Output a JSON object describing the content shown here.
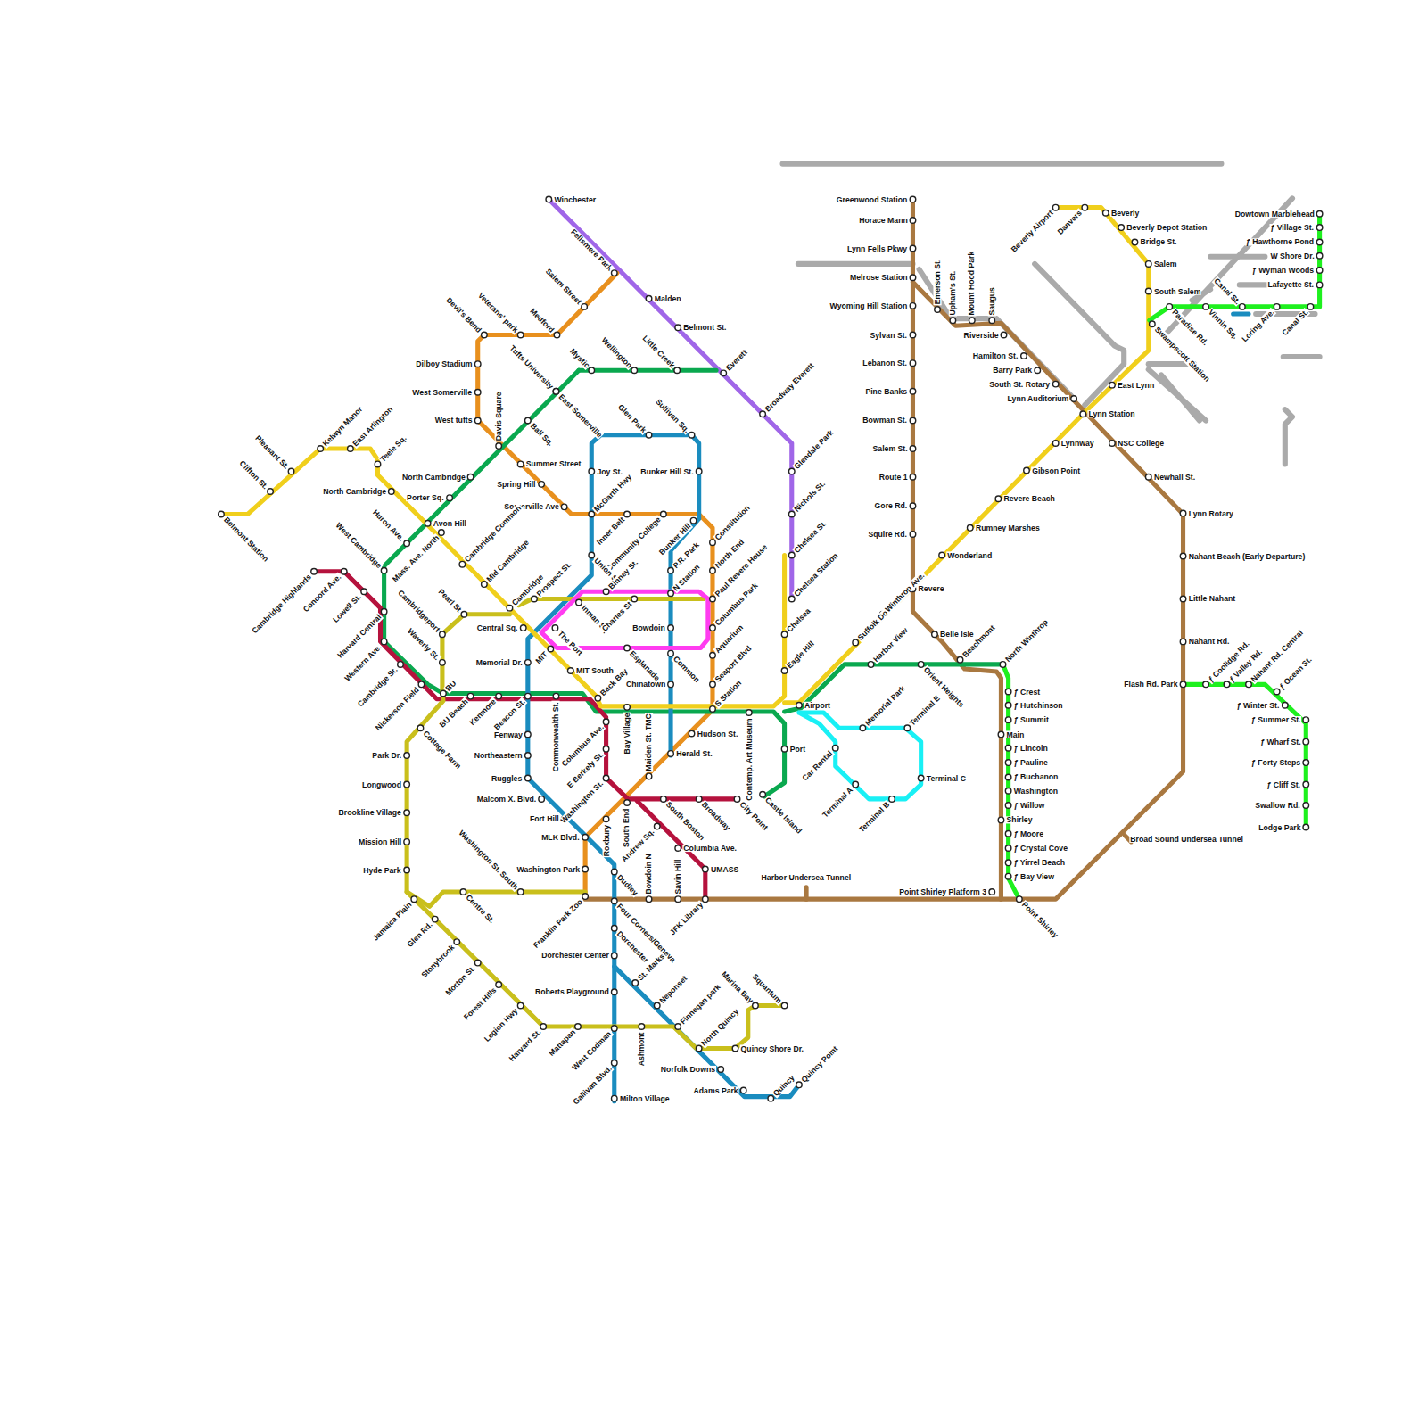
{
  "diagram": {
    "labels": [
      "Winchester",
      "Fellsmere Park",
      "Malden",
      "Belmont St.",
      "Everett",
      "Broadway Everett",
      "Glendale Park",
      "Nichols St.",
      "Chelsea St.",
      "Chelsea Station",
      "Chelsea",
      "Eagle Hill",
      "Salem Street",
      "Medford",
      "Veterans' park",
      "Devil's Bend",
      "Dilboy Stadium",
      "West Somerville",
      "West tufts",
      "Davis Square",
      "Summer Street",
      "Spring Hill",
      "Somerville Ave",
      "McGarth Hwy",
      "Inner Belt",
      "Community College",
      "Constitution",
      "North End",
      "Paul Revere House",
      "Columbus Park",
      "Aquarium",
      "Seaport Blvd",
      "S Station",
      "Hudson St.",
      "MLK Blvd.",
      "Washington Park",
      "Franklin Park Zoo",
      "Mystic",
      "Wellington",
      "Little Creek",
      "Tufts University",
      "East Somerville",
      "Ball Sq.",
      "North Cambridge",
      "Porter Sq.",
      "Huron Ave.",
      "West Cambridge",
      "Mass. Ave. North",
      "Harvard Central",
      "Western Ave.",
      "Cambridge St.",
      "Nickerson Field",
      "Kenmore",
      "Port",
      "Castle Island",
      "Harbor View",
      "Orient Heights",
      "Beachmont",
      "North Winthrop",
      "Sullivan Sq.",
      "Glen Park",
      "Joy St.",
      "Union Sq",
      "Bunker Hill St.",
      "Bunker Hill",
      "P.R. Park",
      "N Station",
      "Bowdoin",
      "Common",
      "Chinatown",
      "Herald St.",
      "Memorial Dr.",
      "Beacon St.",
      "Fenway",
      "Northeastern",
      "Ruggles",
      "Malcom X. Blvd.",
      "Fort Hill",
      "Dudley",
      "Four Corners/Geneva",
      "Dorchester",
      "Dorchester Center",
      "St. Marks",
      "Roberts Playground",
      "Neponset",
      "West Codman",
      "Gallivan Blvd.",
      "Milton Village",
      "Finnegan park",
      "North Quincy",
      "Norfolk Downs",
      "Adams Park",
      "Quincy",
      "Quincy Point",
      "Belmont Station",
      "Clifton St.",
      "Pleasant St.",
      "Kelwyn Manor",
      "East Arlington",
      "Teele Sq.",
      "North Cambridge",
      "Avon Hill",
      "Cambridge Common",
      "Mid Cambridge",
      "Cambridge",
      "Central Sq.",
      "The Port",
      "MIT",
      "MIT South",
      "Back Bay",
      "Columbus Ave.",
      "Airport",
      "Suffolk Downs",
      "Winthrop Ave.",
      "Wonderland",
      "Rumney Marshes",
      "Revere Beach",
      "Gibson Point",
      "Lynnway",
      "Lynn Station",
      "East Lynn",
      "Swampscott Station",
      "South Salem",
      "Salem",
      "Bridge St.",
      "Beverly Depot Station",
      "Beverly",
      "Danvers",
      "Beverly Airport",
      "Prospect St.",
      "Binney St.",
      "Inman Sq",
      "Charles St",
      "Pearl St",
      "Cambridgeport",
      "Waverly St.",
      "BU",
      "BU Beach",
      "Cottage Farm",
      "Park Dr.",
      "Longwood",
      "Brookline Village",
      "Mission Hill",
      "Hyde Park",
      "Jamaica Plain",
      "Glen Rd.",
      "Centre St.",
      "Washington St. South",
      "Stonybrook",
      "Morton St.",
      "Forest Hills",
      "Legion Hwy",
      "Harvard St.",
      "Mattapan",
      "Ashmont",
      "Quincy Shore Dr.",
      "Marina Bay",
      "Squantum",
      "Cambridge Highlands",
      "Concord Ave.",
      "Lowell St.",
      "E Berkely St.",
      "Washington St.",
      "Roxbury",
      "South End",
      "South Boston",
      "Broadway",
      "City Point",
      "Andrew Sq.",
      "Columbia Ave.",
      "UMASS",
      "JFK Library",
      "Bowdoin N",
      "Savin Hill",
      "Maiden St. TMC",
      "Bay Village",
      "Commonwealth St.",
      "Esplanade",
      "Contemp. Art Museum",
      "Harbor Undersea Tunnel",
      "Greenwood Station",
      "Horace Mann",
      "Lynn Fells Pkwy",
      "Melrose Station",
      "Wyoming Hill Station",
      "Sylvan St.",
      "Lebanon St.",
      "Pine Banks",
      "Bowman St.",
      "Salem St.",
      "Route 1",
      "Gore Rd.",
      "Squire Rd.",
      "Revere",
      "Belle Isle",
      "Emerson St.",
      "Upham's St.",
      "Mount Hood Park",
      "Saugus",
      "Riverside",
      "Hamilton St.",
      "Barry Park",
      "South St. Rotary",
      "Lynn Auditorium",
      "NSC College",
      "Newhall St.",
      "Lynn Rotary",
      "Nahant Beach (Early Departure)",
      "Little Nahant",
      "Nahant Rd.",
      "Flash Rd. Park",
      "Point Shirley Platform 3",
      "Point Shirley",
      "Broad Sound Undersea Tunnel",
      "ƒ Crest",
      "ƒ Hutchinson",
      "ƒ Summit",
      "Main",
      "ƒ Lincoln",
      "ƒ Pauline",
      "ƒ Buchanon",
      "Washington",
      "ƒ Willow",
      "Shirley",
      "ƒ Moore",
      "ƒ Crystal Cove",
      "ƒ Yirrel Beach",
      "ƒ Bay View",
      "Dowtown Marblehead",
      "ƒ Village St.",
      "ƒ Hawthorne Pond",
      "W Shore Dr.",
      "ƒ Wyman Woods",
      "Lafayette St.",
      "Paradise Rd.",
      "Vinnin Sq.",
      "Canal St.",
      "Loring Ave.",
      "Canal St.",
      "ƒ Coolidge Rd.",
      "ƒ Valley Rd.",
      "Nahant Rd. Central",
      "ƒ Ocean St.",
      "ƒ Winter St.",
      "ƒ Summer St.",
      "ƒ Wharf St.",
      "ƒ Forty Steps",
      "ƒ Cliff St.",
      "Swallow Rd.",
      "Lodge Park",
      "Memorial Park",
      "Terminal E",
      "Terminal C",
      "Car Rental",
      "Terminal A",
      "Terminal B"
    ]
  }
}
